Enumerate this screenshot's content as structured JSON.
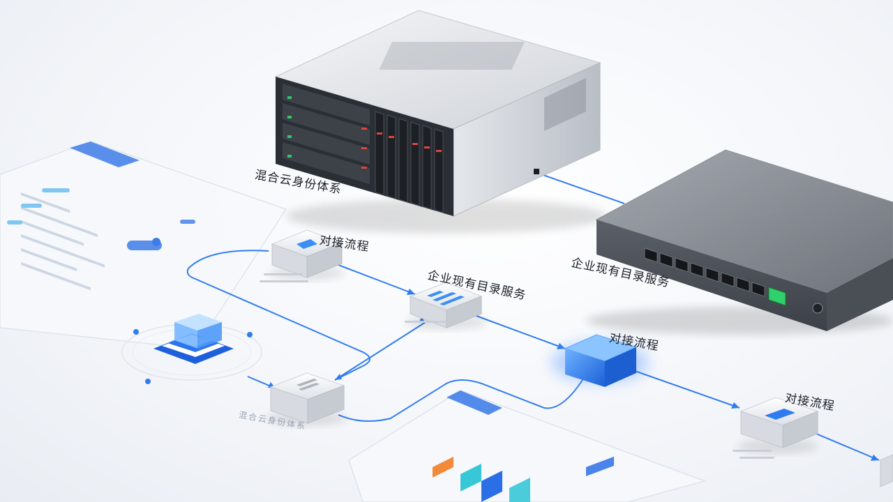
{
  "labels": {
    "server": "混合云身份体系",
    "switch": "企业现有目录服务",
    "flow_top": "对接流程",
    "directory_node": "企业现有目录服务",
    "flow_mid": "对接流程",
    "flow_right": "对接流程",
    "bottom_node": "混合云身份体系"
  },
  "colors": {
    "accent": "#1e6be0",
    "accent_light": "#4d9bff",
    "line": "#2f7cf0",
    "orange": "#f28a3a",
    "teal": "#38c7d6"
  }
}
